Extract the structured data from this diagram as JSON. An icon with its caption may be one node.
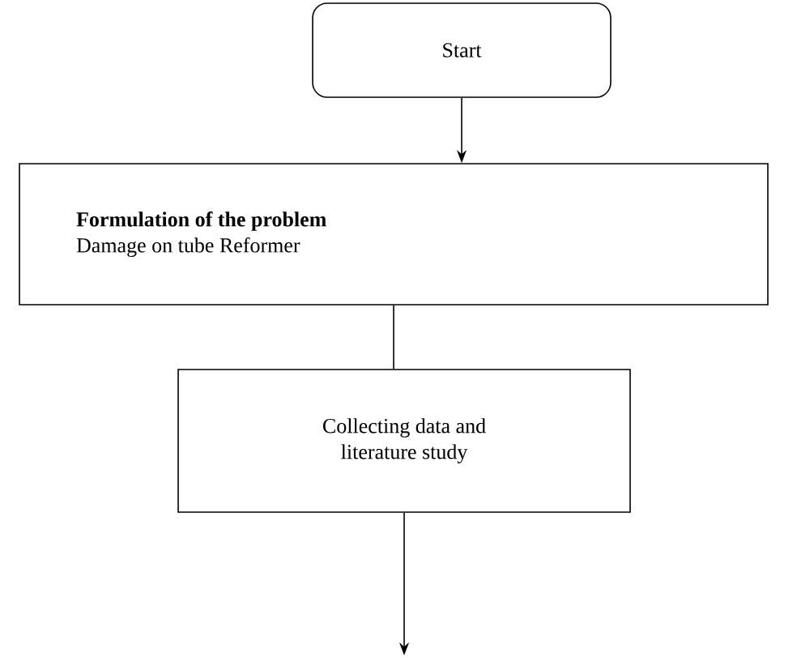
{
  "diagram": {
    "nodes": [
      {
        "text": [
          "Start"
        ]
      },
      {
        "text": [
          "Formulation of the problem",
          "Damage on tube Reformer"
        ]
      },
      {
        "text": [
          "Collecting data and literature study"
        ]
      }
    ],
    "edges": [
      {
        "from": 0,
        "to": 1,
        "arrow": "to"
      },
      {
        "from": 1,
        "to": 2,
        "arrow": "none"
      },
      {
        "from": 2,
        "to": null,
        "arrow": "to"
      }
    ]
  }
}
